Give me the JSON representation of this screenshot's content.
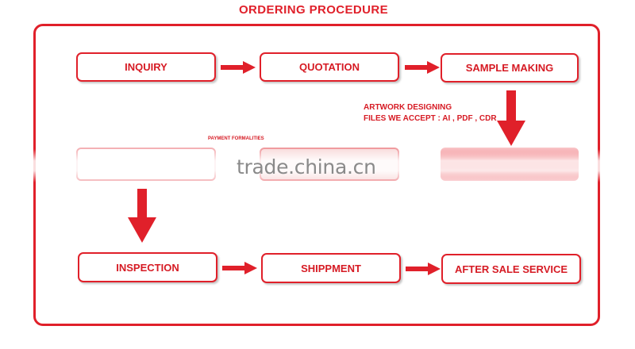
{
  "title": "ORDERING  PROCEDURE",
  "steps": {
    "inquiry": "INQUIRY",
    "quotation": "QUOTATION",
    "sample_making": "SAMPLE MAKING",
    "inspection": "INSPECTION",
    "shippment": "SHIPPMENT",
    "after_sale": "AFTER SALE SERVICE"
  },
  "notes": {
    "artwork_line1": "ARTWORK DESIGNING",
    "artwork_line2": "FILES WE ACCEPT : AI , PDF , CDR",
    "payment": "PAYMENT FORMALITIES"
  },
  "watermark": "trade.china.cn",
  "colors": {
    "accent": "#e0202a"
  },
  "icons": [
    "arrow-right-icon",
    "arrow-down-icon"
  ]
}
